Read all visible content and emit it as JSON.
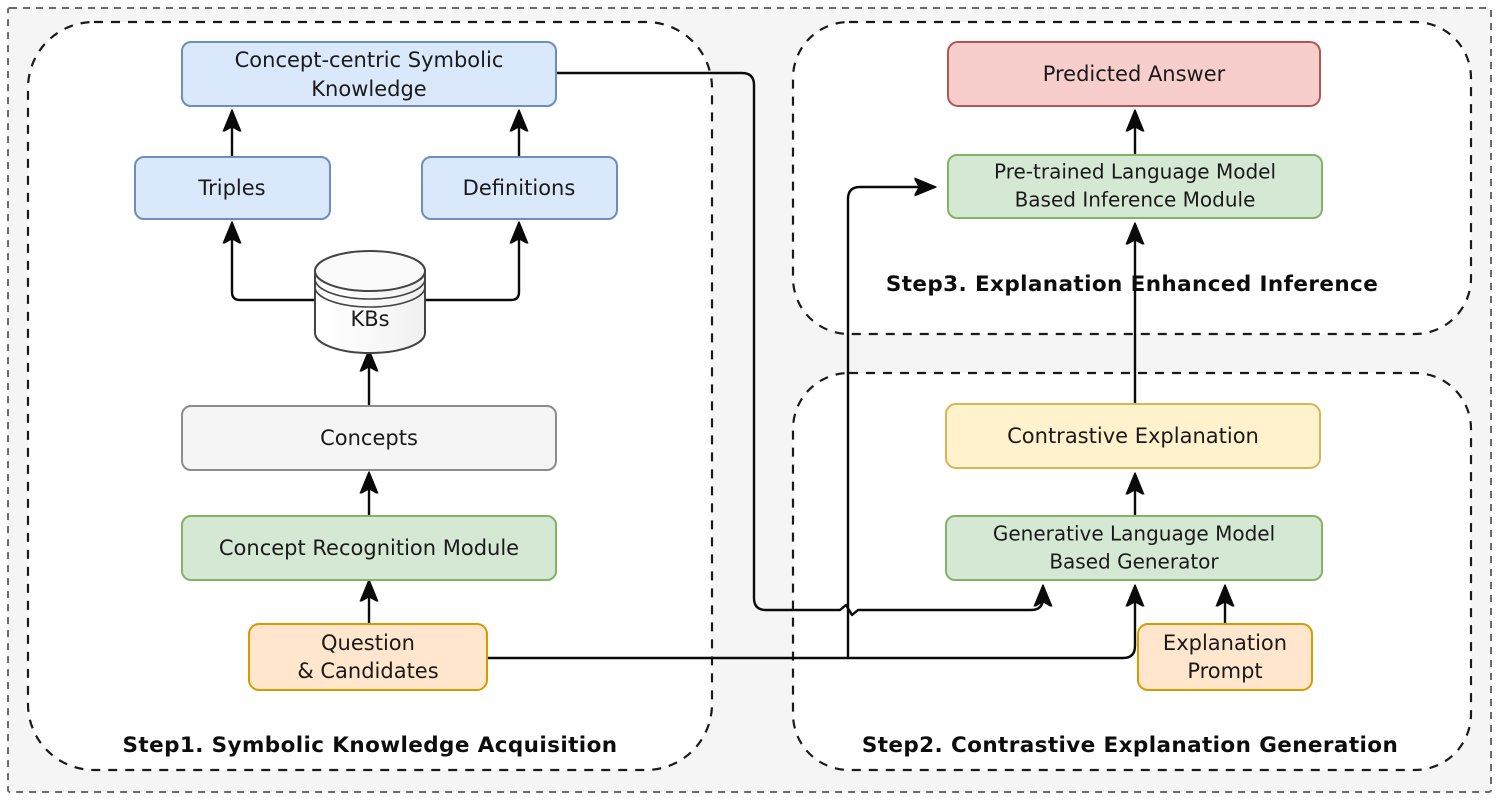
{
  "figure": {
    "title": "Concept-centric symbolic knowledge and contrastive explanation pipeline",
    "background": "#f5f5f5",
    "canvas": "#ffffff"
  },
  "palette": {
    "blue_fill": "#dae8fc",
    "blue_stroke": "#6c8ebf",
    "green_fill": "#d5e8d4",
    "green_stroke": "#82b366",
    "orange_fill": "#ffe6cc",
    "orange_stroke": "#d79b00",
    "yellow_fill": "#fff2cc",
    "yellow_stroke": "#d6b656",
    "red_fill": "#f8cecc",
    "red_stroke": "#b85450",
    "grey_fill": "#f5f5f5",
    "grey_stroke": "#8c8c8c",
    "line": "#0a0a0a",
    "dashed_border": "#1a1a1a"
  },
  "steps": [
    {
      "id": "step1",
      "label": "Step1. Symbolic Knowledge Acquisition"
    },
    {
      "id": "step2",
      "label": "Step2. Contrastive Explanation Generation"
    },
    {
      "id": "step3",
      "label": "Step3. Explanation Enhanced Inference"
    }
  ],
  "nodes": {
    "symbolic_knowledge": {
      "line1": "Concept-centric Symbolic",
      "line2": "Knowledge",
      "color": "blue"
    },
    "triples": {
      "line1": "Triples",
      "color": "blue"
    },
    "definitions": {
      "line1": "Definitions",
      "color": "blue"
    },
    "kbs": {
      "line1": "KBs",
      "color": "grey"
    },
    "concepts": {
      "line1": "Concepts",
      "color": "grey"
    },
    "concept_recognition": {
      "line1": "Concept Recognition Module",
      "color": "green"
    },
    "question_candidates": {
      "line1": "Question",
      "line2": "& Candidates",
      "color": "orange"
    },
    "predicted_answer": {
      "line1": "Predicted Answer",
      "color": "red"
    },
    "inference_module": {
      "line1": "Pre-trained Language Model",
      "line2": "Based Inference Module",
      "color": "green"
    },
    "contrastive_explanation": {
      "line1": "Contrastive Explanation",
      "color": "yellow"
    },
    "generator": {
      "line1": "Generative Language Model",
      "line2": "Based Generator",
      "color": "green"
    },
    "explanation_prompt": {
      "line1": "Explanation",
      "line2": "Prompt",
      "color": "orange"
    }
  },
  "edges": [
    {
      "from": "triples",
      "to": "symbolic_knowledge"
    },
    {
      "from": "definitions",
      "to": "symbolic_knowledge"
    },
    {
      "from": "kbs",
      "to": "triples"
    },
    {
      "from": "kbs",
      "to": "definitions"
    },
    {
      "from": "concepts",
      "to": "kbs"
    },
    {
      "from": "concept_recognition",
      "to": "concepts"
    },
    {
      "from": "question_candidates",
      "to": "concept_recognition"
    },
    {
      "from": "symbolic_knowledge",
      "to": "generator"
    },
    {
      "from": "question_candidates",
      "to": "generator"
    },
    {
      "from": "question_candidates",
      "to": "inference_module"
    },
    {
      "from": "explanation_prompt",
      "to": "generator"
    },
    {
      "from": "generator",
      "to": "contrastive_explanation"
    },
    {
      "from": "contrastive_explanation",
      "to": "inference_module"
    },
    {
      "from": "inference_module",
      "to": "predicted_answer"
    }
  ]
}
